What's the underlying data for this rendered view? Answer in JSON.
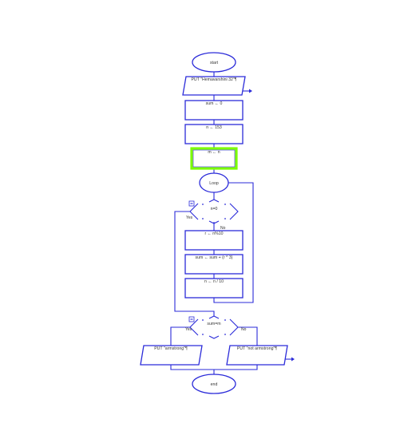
{
  "flowchart": {
    "start": "start",
    "output_name": "PUT \"Hemavarshini 32\"¶",
    "init_sum": "sum ← 0",
    "init_n": "n ← 153",
    "init_m": "m ← n",
    "loop": "Loop",
    "loop_cond": "n=0",
    "loop_yes": "Yes",
    "loop_no": "No",
    "rem": "r ← n%10",
    "sum_update": "sum ← sum + (r ^ 3)",
    "div": "n ← n / 10",
    "check_cond": "sum=m",
    "check_yes": "Yes",
    "check_no": "No",
    "output_yes": "PUT \"armstrong\"¶",
    "output_no": "PUT \"not armstrong\"¶",
    "end": "end"
  },
  "colors": {
    "stroke": "#2b2bd9",
    "highlight": "#7cfc00"
  }
}
